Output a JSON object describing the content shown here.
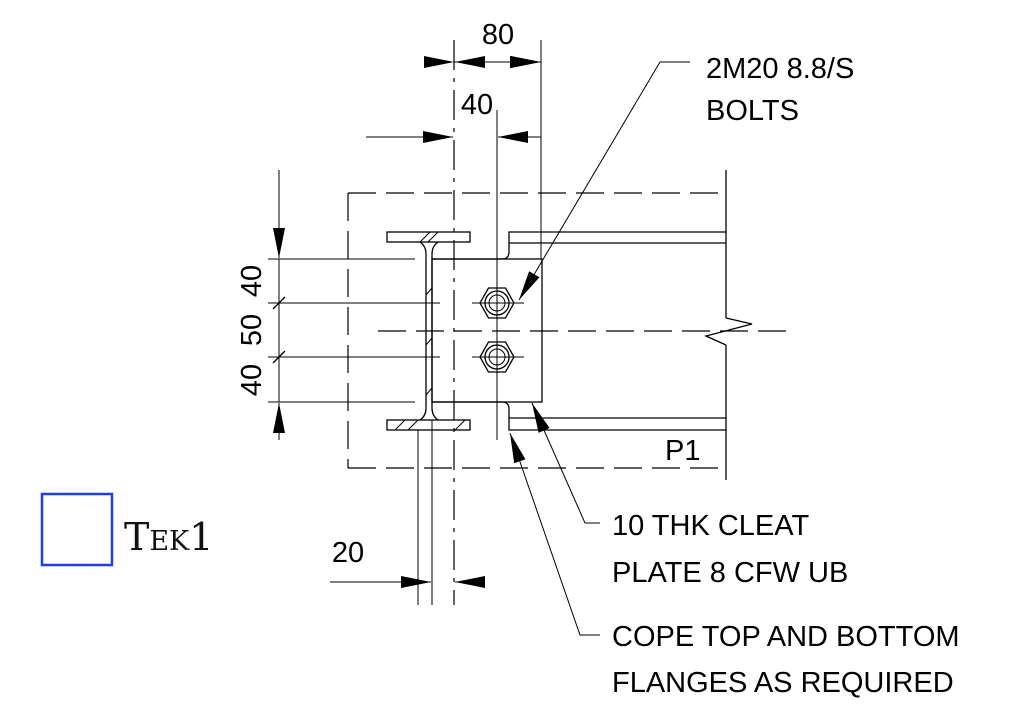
{
  "dimensions": {
    "top_overall": "80",
    "top_offset": "40",
    "vert_top": "40",
    "vert_middle": "50",
    "vert_bottom": "40",
    "bottom_gap": "20"
  },
  "labels": {
    "bolts_line1": "2M20 8.8/S",
    "bolts_line2": "BOLTS",
    "cleat_line1": "10 THK CLEAT",
    "cleat_line2": "PLATE 8 CFW UB",
    "cope_line1": "COPE TOP AND BOTTOM",
    "cope_line2": "FLANGES AS REQUIRED",
    "member_mark": "P1"
  },
  "tag": {
    "text": "Tek1",
    "box_color": "#1f3fe0"
  }
}
